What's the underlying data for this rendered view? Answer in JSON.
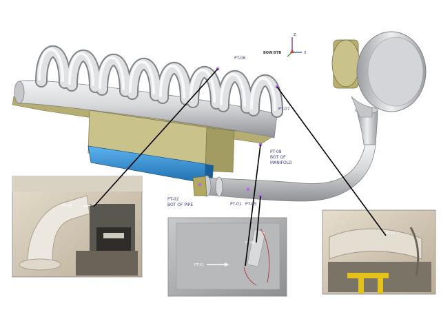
{
  "orientation": {
    "label": "BOW/STB",
    "axis_x": "X",
    "axis_z": "Z"
  },
  "callouts": {
    "pt06": "PT-06",
    "pt07": "PT-07",
    "pt08_l1": "PT-08",
    "pt08_l2": "BOT OF",
    "pt08_l3": "MANIFOLD",
    "pt02_l1": "PT-02",
    "pt02_l2": "BOT OF PIPE",
    "pt01": "PT-01",
    "pt05": "PT-05"
  },
  "photo_tags": {
    "left": "PT-06",
    "middle_a": "PT-02",
    "middle_b": "PT-01",
    "right": "PT-07"
  },
  "colors": {
    "pipe": "#d6d7d9",
    "pipe_shade": "#9ea1a6",
    "manifold_base": "#c9c28a",
    "cooler_blue": "#2f8fd6",
    "marker": "#b46be0",
    "leader": "#000000"
  }
}
